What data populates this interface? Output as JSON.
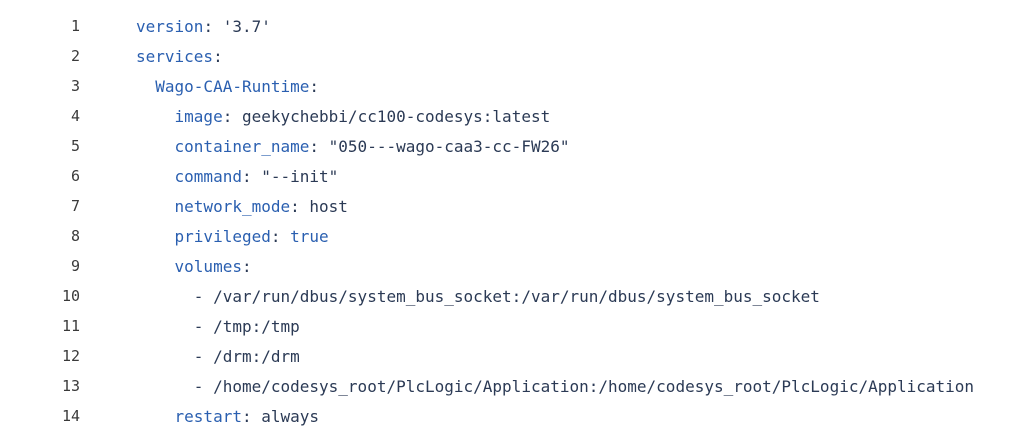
{
  "editor": {
    "lines": [
      {
        "number": "1",
        "indent": 0,
        "dash": "",
        "key": "version",
        "sep": ": ",
        "value": "'3.7'",
        "value_kind": "val"
      },
      {
        "number": "2",
        "indent": 0,
        "dash": "",
        "key": "services",
        "sep": ":",
        "value": "",
        "value_kind": "val"
      },
      {
        "number": "3",
        "indent": 1,
        "dash": "",
        "key": "Wago-CAA-Runtime",
        "sep": ":",
        "value": "",
        "value_kind": "val"
      },
      {
        "number": "4",
        "indent": 2,
        "dash": "",
        "key": "image",
        "sep": ": ",
        "value": "geekychebbi/cc100-codesys:latest",
        "value_kind": "val"
      },
      {
        "number": "5",
        "indent": 2,
        "dash": "",
        "key": "container_name",
        "sep": ": ",
        "value": "\"050---wago-caa3-cc-FW26\"",
        "value_kind": "val"
      },
      {
        "number": "6",
        "indent": 2,
        "dash": "",
        "key": "command",
        "sep": ": ",
        "value": "\"--init\"",
        "value_kind": "val"
      },
      {
        "number": "7",
        "indent": 2,
        "dash": "",
        "key": "network_mode",
        "sep": ": ",
        "value": "host",
        "value_kind": "val"
      },
      {
        "number": "8",
        "indent": 2,
        "dash": "",
        "key": "privileged",
        "sep": ": ",
        "value": "true",
        "value_kind": "bool"
      },
      {
        "number": "9",
        "indent": 2,
        "dash": "",
        "key": "volumes",
        "sep": ":",
        "value": "",
        "value_kind": "val"
      },
      {
        "number": "10",
        "indent": 3,
        "dash": "- ",
        "key": "",
        "sep": "",
        "value": "/var/run/dbus/system_bus_socket:/var/run/dbus/system_bus_socket",
        "value_kind": "val"
      },
      {
        "number": "11",
        "indent": 3,
        "dash": "- ",
        "key": "",
        "sep": "",
        "value": "/tmp:/tmp",
        "value_kind": "val"
      },
      {
        "number": "12",
        "indent": 3,
        "dash": "- ",
        "key": "",
        "sep": "",
        "value": "/drm:/drm",
        "value_kind": "val"
      },
      {
        "number": "13",
        "indent": 3,
        "dash": "- ",
        "key": "",
        "sep": "",
        "value": "/home/codesys_root/PlcLogic/Application:/home/codesys_root/PlcLogic/Application",
        "value_kind": "val"
      },
      {
        "number": "14",
        "indent": 2,
        "dash": "",
        "key": "restart",
        "sep": ": ",
        "value": "always",
        "value_kind": "val"
      }
    ]
  }
}
